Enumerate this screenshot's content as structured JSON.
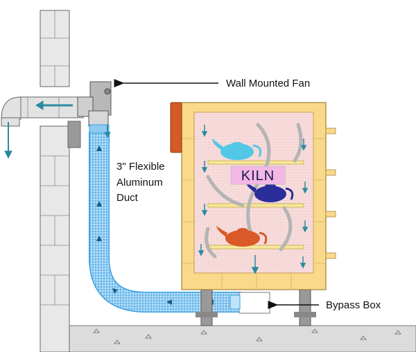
{
  "labels": {
    "fan": "Wall Mounted Fan",
    "duct_line1": "3\" Flexible",
    "duct_line2": "Aluminum",
    "duct_line3": "Duct",
    "bypass": "Bypass Box",
    "kiln": "KILN"
  },
  "colors": {
    "kiln_frame": "#f9d98a",
    "kiln_inner": "#f8dcdc",
    "duct_blue": "#3a9fe0",
    "arrow_teal": "#2a8aa0",
    "teapot_cyan": "#52c8e6",
    "teapot_blue": "#2a2e9a",
    "teapot_orange": "#d95a28",
    "kiln_lid": "#d45a26"
  }
}
